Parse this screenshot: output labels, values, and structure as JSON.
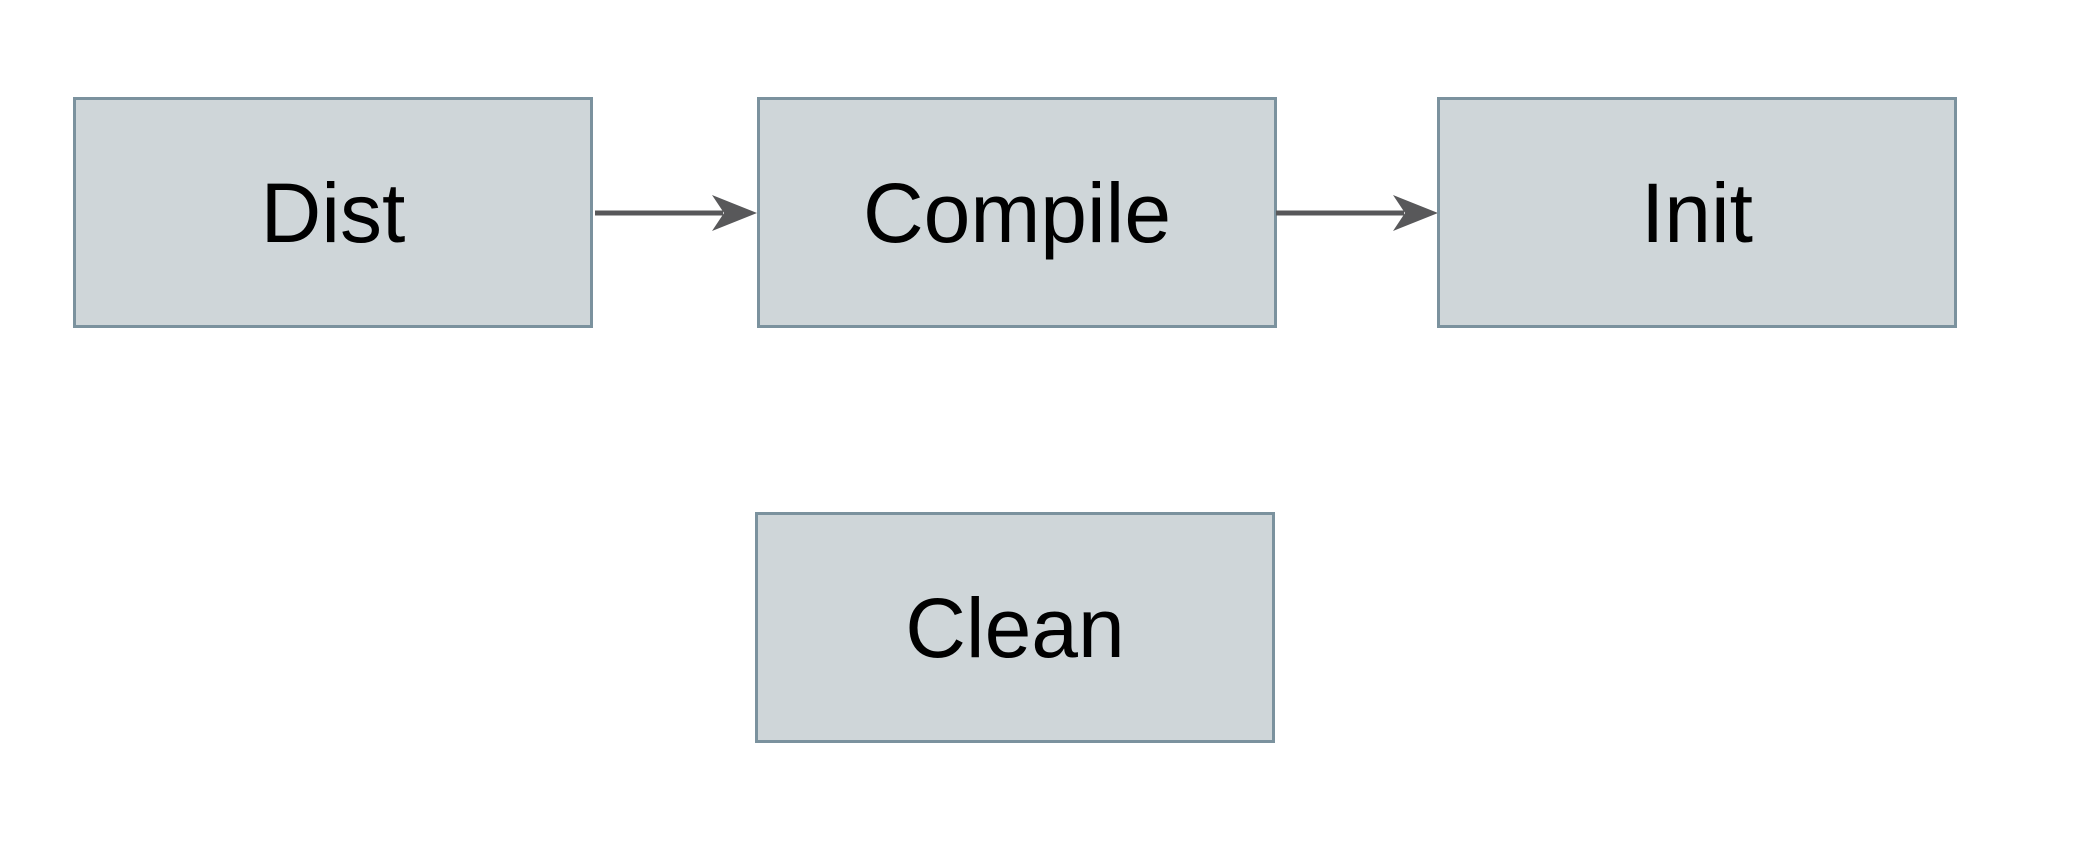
{
  "diagram": {
    "type": "flowchart",
    "background_color": "#ffffff",
    "node_style": {
      "fill": "#cfd6d9",
      "border_color": "#7b929e",
      "text_color": "#000000"
    },
    "arrow_color": "#58585a",
    "nodes": [
      {
        "id": "dist",
        "label": "Dist"
      },
      {
        "id": "compile",
        "label": "Compile"
      },
      {
        "id": "init",
        "label": "Init"
      },
      {
        "id": "clean",
        "label": "Clean"
      }
    ],
    "edges": [
      {
        "from": "dist",
        "to": "compile",
        "style": "arrow-right"
      },
      {
        "from": "compile",
        "to": "init",
        "style": "arrow-right"
      }
    ]
  }
}
